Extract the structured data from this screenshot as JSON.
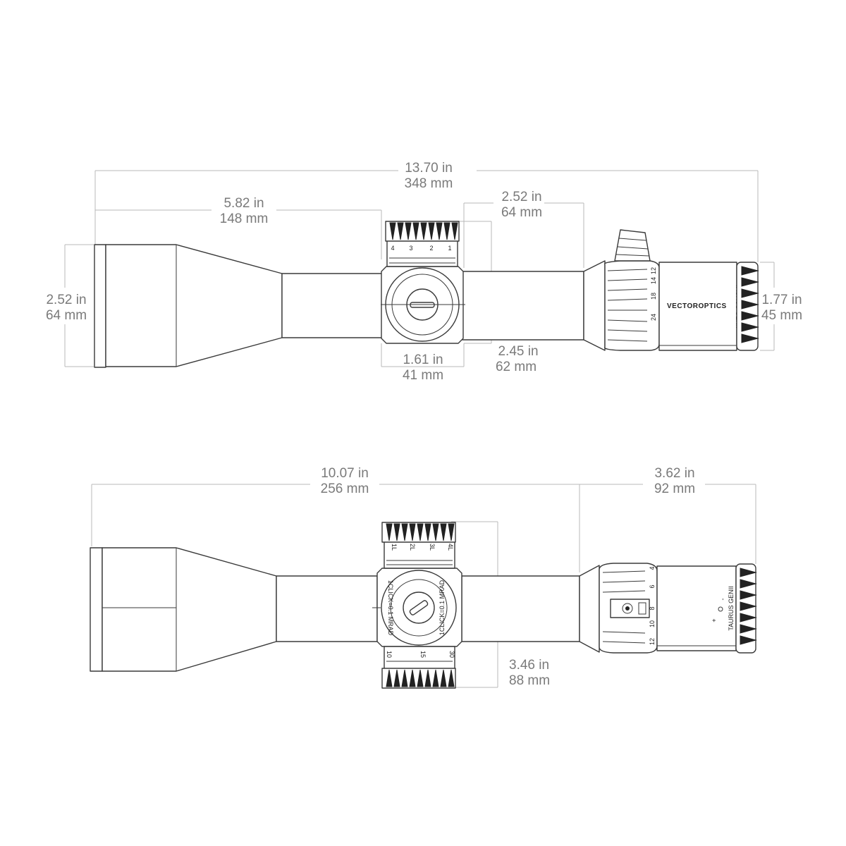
{
  "top_view": {
    "overall_length": {
      "in": "13.70 in",
      "mm": "348 mm"
    },
    "objective_to_turret": {
      "in": "5.82 in",
      "mm": "148 mm"
    },
    "turret_to_ocular": {
      "in": "2.52 in",
      "mm": "64 mm"
    },
    "objective_diameter": {
      "in": "2.52 in",
      "mm": "64 mm"
    },
    "ocular_diameter": {
      "in": "1.77 in",
      "mm": "45 mm"
    },
    "saddle_length": {
      "in": "1.61 in",
      "mm": "41 mm"
    },
    "turret_height": {
      "in": "2.45 in",
      "mm": "62 mm"
    },
    "brand_text": "VECTOROPTICS",
    "model_text": "TAURUS GENII",
    "elevation_marks": [
      "4",
      "3",
      "2",
      "1"
    ],
    "magnification_marks": [
      "12",
      "14",
      "18",
      "24"
    ]
  },
  "side_view": {
    "objective_to_saddle": {
      "in": "10.07 in",
      "mm": "256 mm"
    },
    "eye_relief_section": {
      "in": "3.62 in",
      "mm": "92 mm"
    },
    "turret_span": {
      "in": "3.46 in",
      "mm": "88 mm"
    },
    "windage_marks": [
      "1L",
      "2L",
      "3L",
      "4L"
    ],
    "turret_text_left": "1CLICK=0.1 MRAD",
    "turret_text_right": "1CLICK=0.1 MRAD",
    "parallax_marks": [
      "10",
      "15",
      "30"
    ],
    "magnification_marks": [
      "4",
      "6",
      "8",
      "10",
      "12"
    ],
    "illumination_marks": [
      "+",
      "-"
    ],
    "model_text": "TAURUS GENII"
  },
  "colors": {
    "outline": "#3a3a3a",
    "dimension_text": "#7a7a7a",
    "extension_line": "#b8b8b8",
    "background": "#ffffff"
  }
}
